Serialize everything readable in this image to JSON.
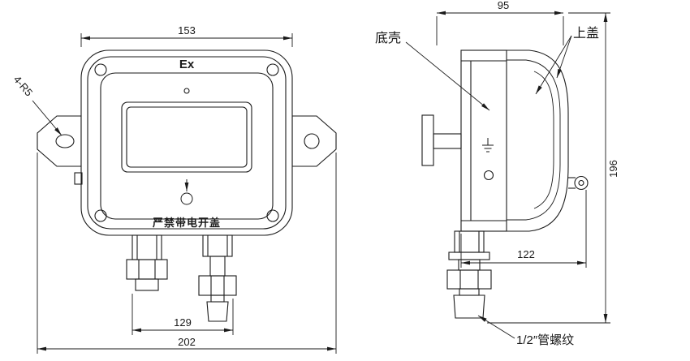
{
  "meta": {
    "drawing_type": "engineering-drawing",
    "background_color": "#ffffff",
    "line_color": "#1a1a1a"
  },
  "icons": {
    "ground": "⏚"
  },
  "front_view": {
    "ex_marking": "Ex",
    "warning": "严禁带电开盖",
    "dims": {
      "width_top": "153",
      "corner_radius": "4-R5",
      "gland_spacing": "129",
      "overall_width": "202"
    }
  },
  "side_view": {
    "labels": {
      "bottom_shell": "底壳",
      "top_cover": "上盖",
      "pipe_thread": "1/2″管螺纹"
    },
    "dims": {
      "depth_top": "95",
      "depth_body": "122",
      "height_overall": "196"
    }
  }
}
